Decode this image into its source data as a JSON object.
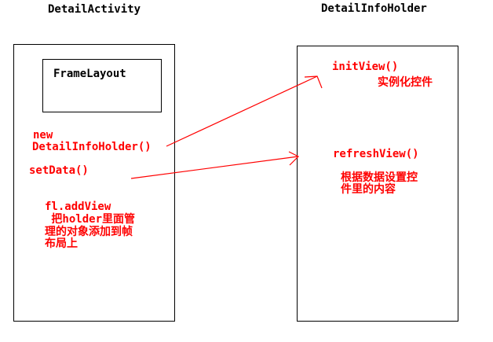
{
  "colors": {
    "ink": "#000000",
    "annotation": "#ff0000",
    "background": "#ffffff"
  },
  "left_panel": {
    "title": "DetailActivity",
    "inner_box_label": "FrameLayout",
    "new_keyword": "new",
    "constructor_call": "DetailInfoHolder()",
    "set_data_call": "setData()",
    "add_view_call": "fl.addView",
    "add_view_note": [
      " 把holder里面管",
      "理的对象添加到帧",
      "布局上"
    ]
  },
  "right_panel": {
    "title": "DetailInfoHolder",
    "init_view_call": "initView()",
    "init_view_note": "实例化控件",
    "refresh_view_call": "refreshView()",
    "refresh_view_note": [
      "根据数据设置控",
      "件里的内容"
    ]
  }
}
